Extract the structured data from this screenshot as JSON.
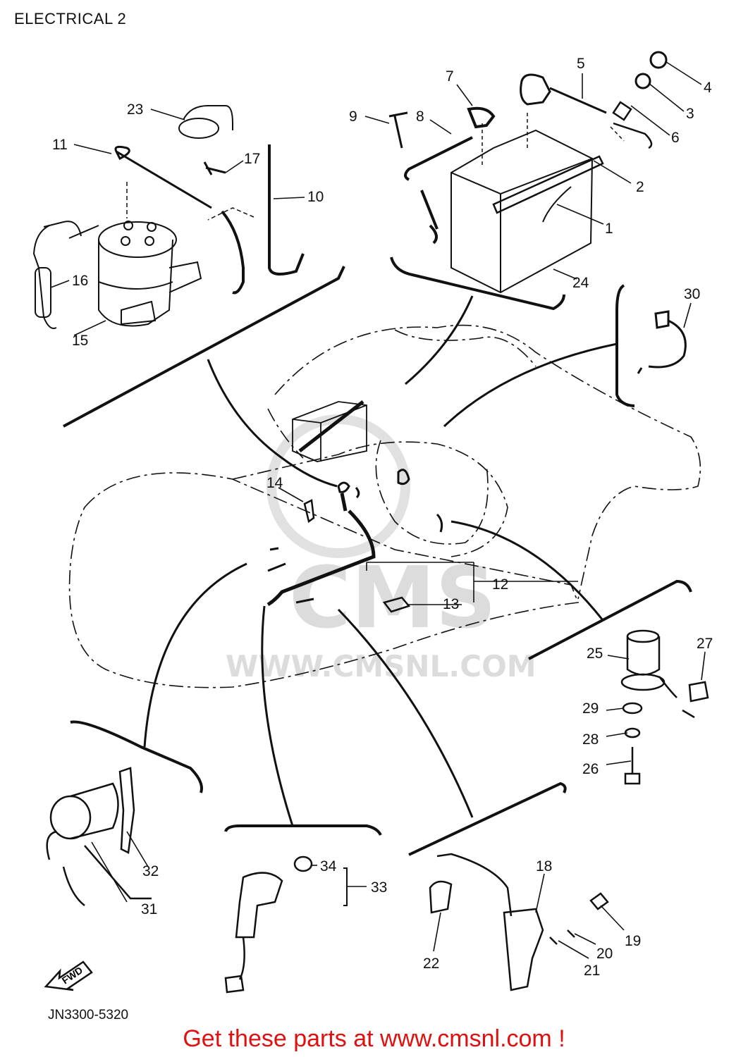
{
  "header": {
    "title": "ELECTRICAL 2"
  },
  "diagram_code": "JN3300-5320",
  "promo_text": "Get these parts at www.cmsnl.com !",
  "watermark": {
    "brand": "CMS",
    "url": "WWW.CMSNL.COM"
  },
  "direction_arrow": {
    "label": "FWD"
  },
  "callouts": [
    "1",
    "2",
    "3",
    "4",
    "5",
    "6",
    "7",
    "8",
    "9",
    "10",
    "11",
    "12",
    "13",
    "14",
    "15",
    "16",
    "17",
    "18",
    "19",
    "20",
    "21",
    "22",
    "23",
    "24",
    "25",
    "26",
    "27",
    "28",
    "29",
    "30",
    "31",
    "32",
    "33",
    "34"
  ],
  "colors": {
    "line": "#111111",
    "promo": "#e01010",
    "watermark": "#d9d9d9"
  }
}
